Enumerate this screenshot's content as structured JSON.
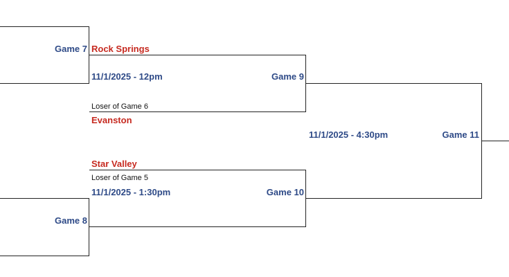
{
  "games": {
    "game7": {
      "label": "Game 7"
    },
    "game8": {
      "label": "Game 8"
    },
    "game9": {
      "label": "Game 9",
      "datetime": "11/1/2025 - 12pm",
      "top_team": "Rock Springs",
      "bottom_slot": "Loser of Game 6"
    },
    "game10": {
      "label": "Game 10",
      "datetime": "11/1/2025 - 1:30pm",
      "top_team": "Star Valley",
      "bottom_slot": "Loser of Game 5"
    },
    "game11": {
      "label": "Game 11",
      "datetime": "11/1/2025 - 4:30pm"
    }
  },
  "extra_teams": {
    "evanston": "Evanston"
  },
  "colors": {
    "game_label": "#2e4a87",
    "team_name": "#c62a20",
    "line": "#222222"
  }
}
